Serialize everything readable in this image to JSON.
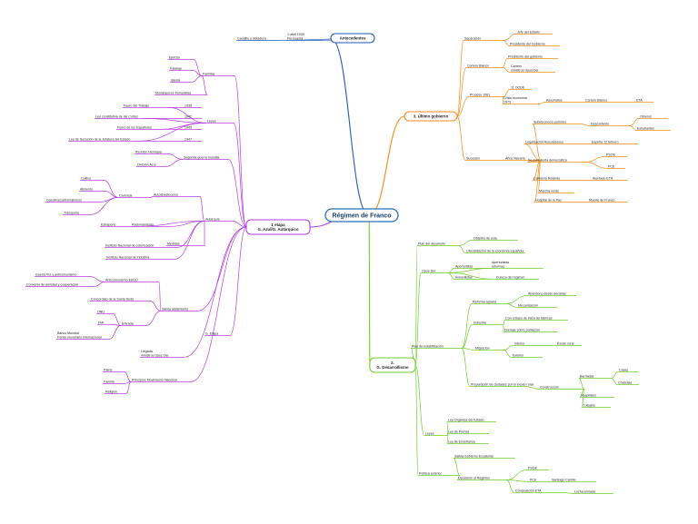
{
  "central": {
    "label": "Régimen de Franco",
    "color": "#2a6fb0"
  },
  "branches": [
    {
      "name": "antecedentes",
      "label": "Antecedentes",
      "color": "#1c5bb8",
      "items": [
        "Caudillo y dictadura",
        "1 abril 1939 / Fin Guerra"
      ]
    },
    {
      "name": "ultimo-gobierno",
      "label": "3. Último gobierno",
      "color": "#f08c1a",
      "items": [
        "Separación",
        "Jefe del Estado",
        "Presidente del Gobierno",
        "Carrero Blanco",
        "Presidente del gobierno",
        "Carrero / ministros Opus Dei",
        "Proceso 1061",
        "11 OCDE",
        "Crisis economía / 1973",
        "Asesinatos",
        "Carrero Blanco",
        "ETA",
        "Sucesión",
        "Años Navarro",
        "Subida precio petróleo",
        "Descontento",
        "Obreros",
        "Estudiantes",
        "Legalización Asociaciones",
        "Espíritu 12 febrero",
        "Se crea Junta democrática",
        "PSOE",
        "PCE",
        "Cafetería Rolando",
        "Atentado ETA",
        "Marcha verde",
        "Hospital de la Paz",
        "Muerte de Franco"
      ]
    },
    {
      "name": "primera-etapa",
      "label": "1 etapa / G. Azul/G. Autárquico",
      "color": "#b53de0",
      "items": [
        "Familias",
        "Ejército",
        "Falange",
        "Iglesia",
        "Monárquicos franquistas",
        "Leyes",
        "Fuero del Trabajo",
        "1938",
        "Ley constitutiva de las Cortes",
        "1942",
        "Fuero de los Españoles",
        "1945",
        "Ley de Sucesión de la Jefatura del Estado",
        "1947",
        "Segunda guerra mundial",
        "Reunión Hendaya",
        "División Azul",
        "Autarquía",
        "Autoabastecerse",
        "Carencia",
        "Cultivo",
        "Alimento",
        "Gasolina/carbón/abonos",
        "Transporte",
        "Estraperlo",
        "Racionamiento",
        "Medidas",
        "Instituto Nacional de colonización",
        "Instituto Nacional de Industria",
        "Salida aislamiento",
        "Anticomunismo EEUU",
        "Guerra fría y anticomunismo",
        "Convenio de amistad y cooperación",
        "Concordato de la Santa Sede",
        "Entrada",
        "ONU",
        "FMI",
        "Banco Mundial / Fondo monetario internacional",
        "Llegada / ministros Opus Dei",
        "Principios Movimiento Nacional",
        "Patria",
        "Familia",
        "Religión",
        "G. Etapa"
      ]
    },
    {
      "name": "desarrollismo",
      "label": "2. / G. Desarrollismo",
      "color": "#6fcf2a",
      "items": [
        "Plan del desarrollo",
        "Objetivo de este",
        "Liberalización de la economía española",
        "Opus Dei",
        "Aperturistas",
        "Aperturistas / reformas",
        "Inmovilistas",
        "Dureza del régimen",
        "Plan de estabilización",
        "Reforma agraria",
        "Abandono desde décadas",
        "Mecanización",
        "Industria",
        "Con retraso de inicio de fábricas",
        "Drenaje sobre población",
        "Migración",
        "Interior",
        "Éxodo rural",
        "Exterior",
        "Preparación de ciudades por el éxodo rural",
        "Construcción",
        "Barriadas",
        "Casas",
        "Chabolas",
        "Hospitales",
        "Colegios",
        "Leyes",
        "Ley Orgánica del Estado",
        "Ley de Prensa",
        "Ley de Enseñanza",
        "Política exterior",
        "Salida Gobierno Ecuatorial",
        "Oposición al Régimen",
        "PSOE",
        "PCE",
        "Santiago Carrillo",
        "Composición ETA",
        "Lucha armada"
      ]
    }
  ]
}
